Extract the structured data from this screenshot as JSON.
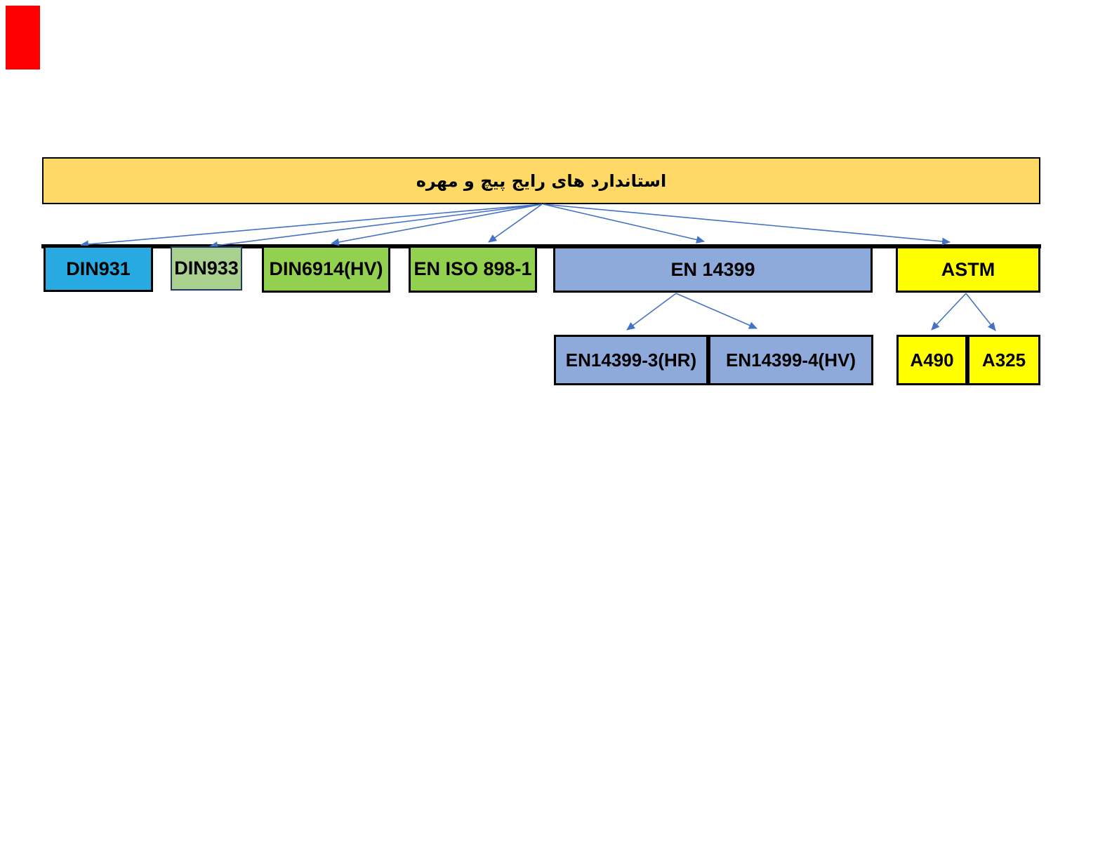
{
  "diagram": {
    "root_label": "استاندارد های رایج پیچ و مهره",
    "level1": [
      {
        "label": "DIN931"
      },
      {
        "label": "DIN933"
      },
      {
        "label": "DIN6914(HV)"
      },
      {
        "label": "EN ISO 898-1"
      },
      {
        "label": "EN 14399"
      },
      {
        "label": "ASTM"
      }
    ],
    "en14399_children": [
      {
        "label": "EN14399-3(HR)"
      },
      {
        "label": "EN14399-4(HV)"
      }
    ],
    "astm_children": [
      {
        "label": "A490"
      },
      {
        "label": "A325"
      }
    ]
  },
  "colors": {
    "root_bg": "#FFD966",
    "din931_bg": "#27AAE1",
    "din933_bg": "#A9D08E",
    "din933_border": "#1F3864",
    "green_bg": "#92D050",
    "periwinkle_bg": "#8EAADB",
    "yellow_bg": "#FFFF00",
    "bar": "#000000",
    "arrow": "#4472C4",
    "red_marker": "#FF0000"
  }
}
